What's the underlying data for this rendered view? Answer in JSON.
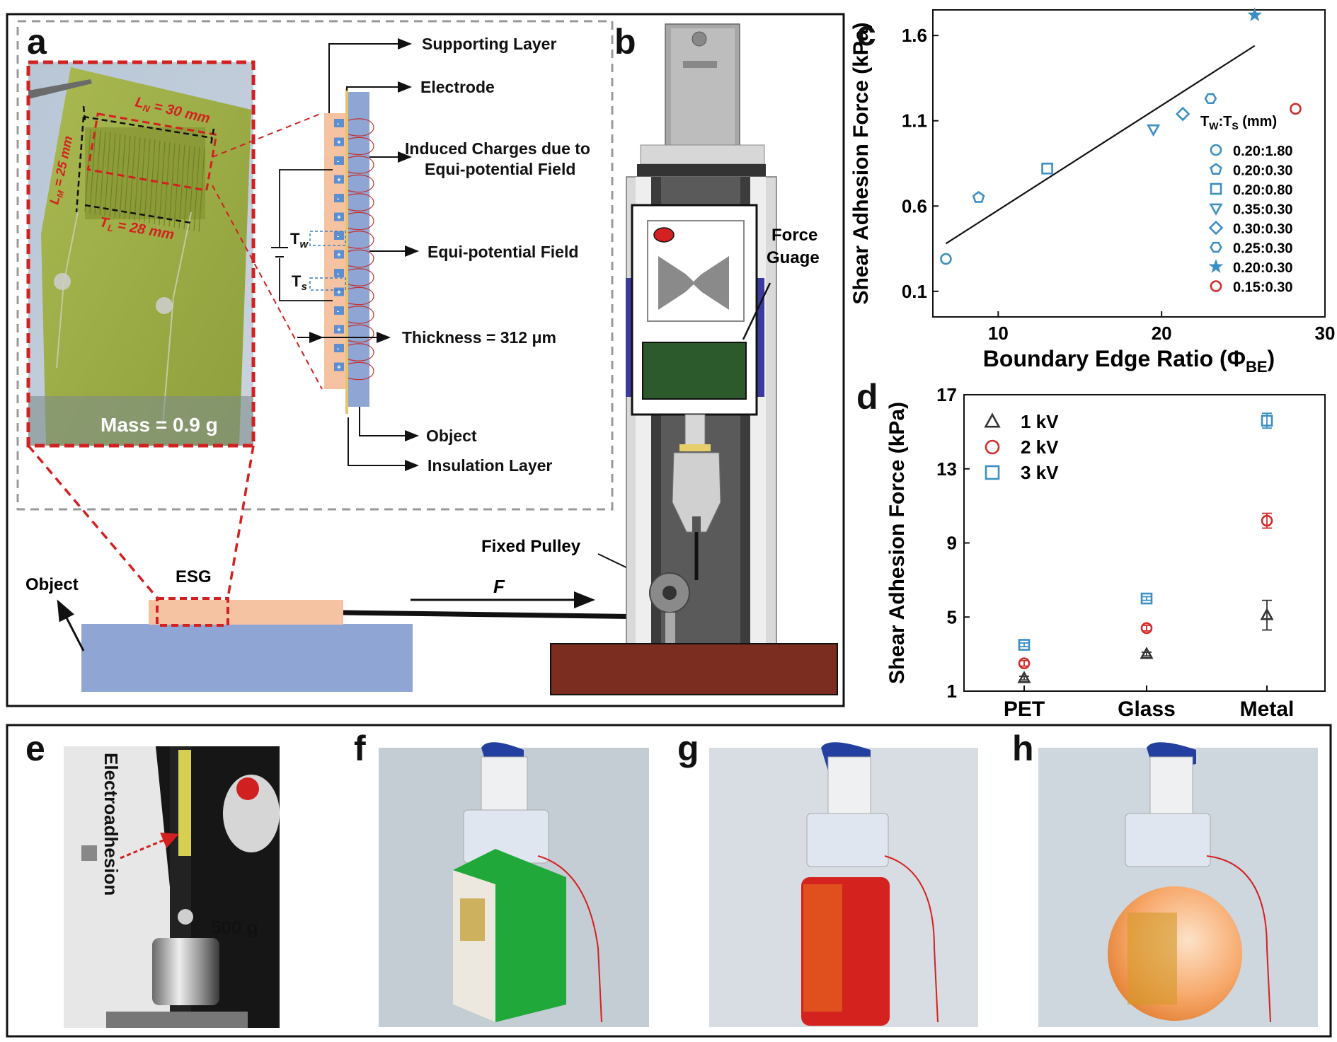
{
  "panel_letters": {
    "a": "a",
    "b": "b",
    "c": "c",
    "d": "d",
    "e": "e",
    "f": "f",
    "g": "g",
    "h": "h"
  },
  "panel_a": {
    "mass_label": "Mass = 0.9 g",
    "ln_label": "L",
    "ln_sub": "N",
    "ln_value": " = 30 mm",
    "lm_label": "L",
    "lm_sub": "M",
    "lm_value": " = 25 mm",
    "tl_label": "T",
    "tl_sub": "L",
    "tl_value": " = 28 mm",
    "layer_labels": {
      "supporting": "Supporting Layer",
      "electrode": "Electrode",
      "induced_1": "Induced Charges due to",
      "induced_2": "Equi-potential Field",
      "equi_field": "Equi-potential Field",
      "thickness": "Thickness = 312 μm",
      "object": "Object",
      "insulation": "Insulation Layer",
      "tw": "T",
      "tw_sub": "w",
      "ts": "T",
      "ts_sub": "s"
    },
    "setup": {
      "object_label": "Object",
      "esg_label": "ESG",
      "force_label": "F",
      "pulley_label": "Fixed Pulley"
    }
  },
  "panel_b": {
    "force_gauge_1": "Force",
    "force_gauge_2": "Guage"
  },
  "chart_data": [
    {
      "panel": "c",
      "type": "scatter",
      "xlabel": "Boundary Edge Ratio (Φ",
      "xlabel_sub": "BE",
      "xlabel_end": ")",
      "ylabel": "Shear Adhesion Force (kPa)",
      "xlim": [
        6,
        30
      ],
      "ylim": [
        -0.05,
        1.75
      ],
      "xticks": [
        10,
        20,
        30
      ],
      "yticks": [
        0.1,
        0.6,
        1.1,
        1.6
      ],
      "ytick_labels": [
        "0.1",
        "0.6",
        "1.1",
        "1.6"
      ],
      "legend_title": "T",
      "legend_title_sub1": "W",
      "legend_title_mid": ":T",
      "legend_title_sub2": "S",
      "legend_title_end": " (mm)",
      "legend_position": "right",
      "series": [
        {
          "name": "0.20:1.80",
          "marker": "circle",
          "color": "#3b8fc4",
          "x": [
            6.8
          ],
          "y": [
            0.29
          ]
        },
        {
          "name": "0.20:0.30",
          "marker": "pentagon",
          "color": "#3b8fc4",
          "x": [
            8.8
          ],
          "y": [
            0.65
          ]
        },
        {
          "name": "0.20:0.80",
          "marker": "square",
          "color": "#3b8fc4",
          "x": [
            13.0
          ],
          "y": [
            0.82
          ]
        },
        {
          "name": "0.35:0.30",
          "marker": "triangle-down",
          "color": "#3b8fc4",
          "x": [
            19.5
          ],
          "y": [
            1.05
          ]
        },
        {
          "name": "0.30:0.30",
          "marker": "diamond",
          "color": "#3b8fc4",
          "x": [
            21.3
          ],
          "y": [
            1.14
          ]
        },
        {
          "name": "0.25:0.30",
          "marker": "hexagon",
          "color": "#3b8fc4",
          "x": [
            23.0
          ],
          "y": [
            1.23
          ]
        },
        {
          "name": "0.20:0.30",
          "marker": "star",
          "color": "#3b8fc4",
          "x": [
            25.7
          ],
          "y": [
            1.72
          ]
        },
        {
          "name": "0.15:0.30",
          "marker": "circle",
          "color": "#d42a2a",
          "x": [
            28.2
          ],
          "y": [
            1.17
          ]
        }
      ],
      "fit_line": {
        "x": [
          6.8,
          25.7
        ],
        "y": [
          0.38,
          1.54
        ]
      }
    },
    {
      "panel": "d",
      "type": "scatter",
      "categories": [
        "PET",
        "Glass",
        "Metal"
      ],
      "ylabel": "Shear Adhesion Force (kPa)",
      "ylim": [
        1,
        17
      ],
      "yticks": [
        1,
        5,
        9,
        13,
        17
      ],
      "legend_position": "top-left",
      "series": [
        {
          "name": "1 kV",
          "marker": "triangle",
          "color": "#333333",
          "values": [
            1.7,
            3.0,
            5.1
          ],
          "errors": [
            0.1,
            0.1,
            0.8
          ]
        },
        {
          "name": "2 kV",
          "marker": "circle",
          "color": "#d42a2a",
          "values": [
            2.5,
            4.4,
            10.2
          ],
          "errors": [
            0.15,
            0.15,
            0.4
          ]
        },
        {
          "name": "3 kV",
          "marker": "square",
          "color": "#3b8fc4",
          "values": [
            3.5,
            6.0,
            15.6
          ],
          "errors": [
            0.1,
            0.1,
            0.4
          ]
        }
      ]
    }
  ],
  "panel_e": {
    "electroadhesion": "Electroadhesion",
    "weight": "500 g"
  }
}
